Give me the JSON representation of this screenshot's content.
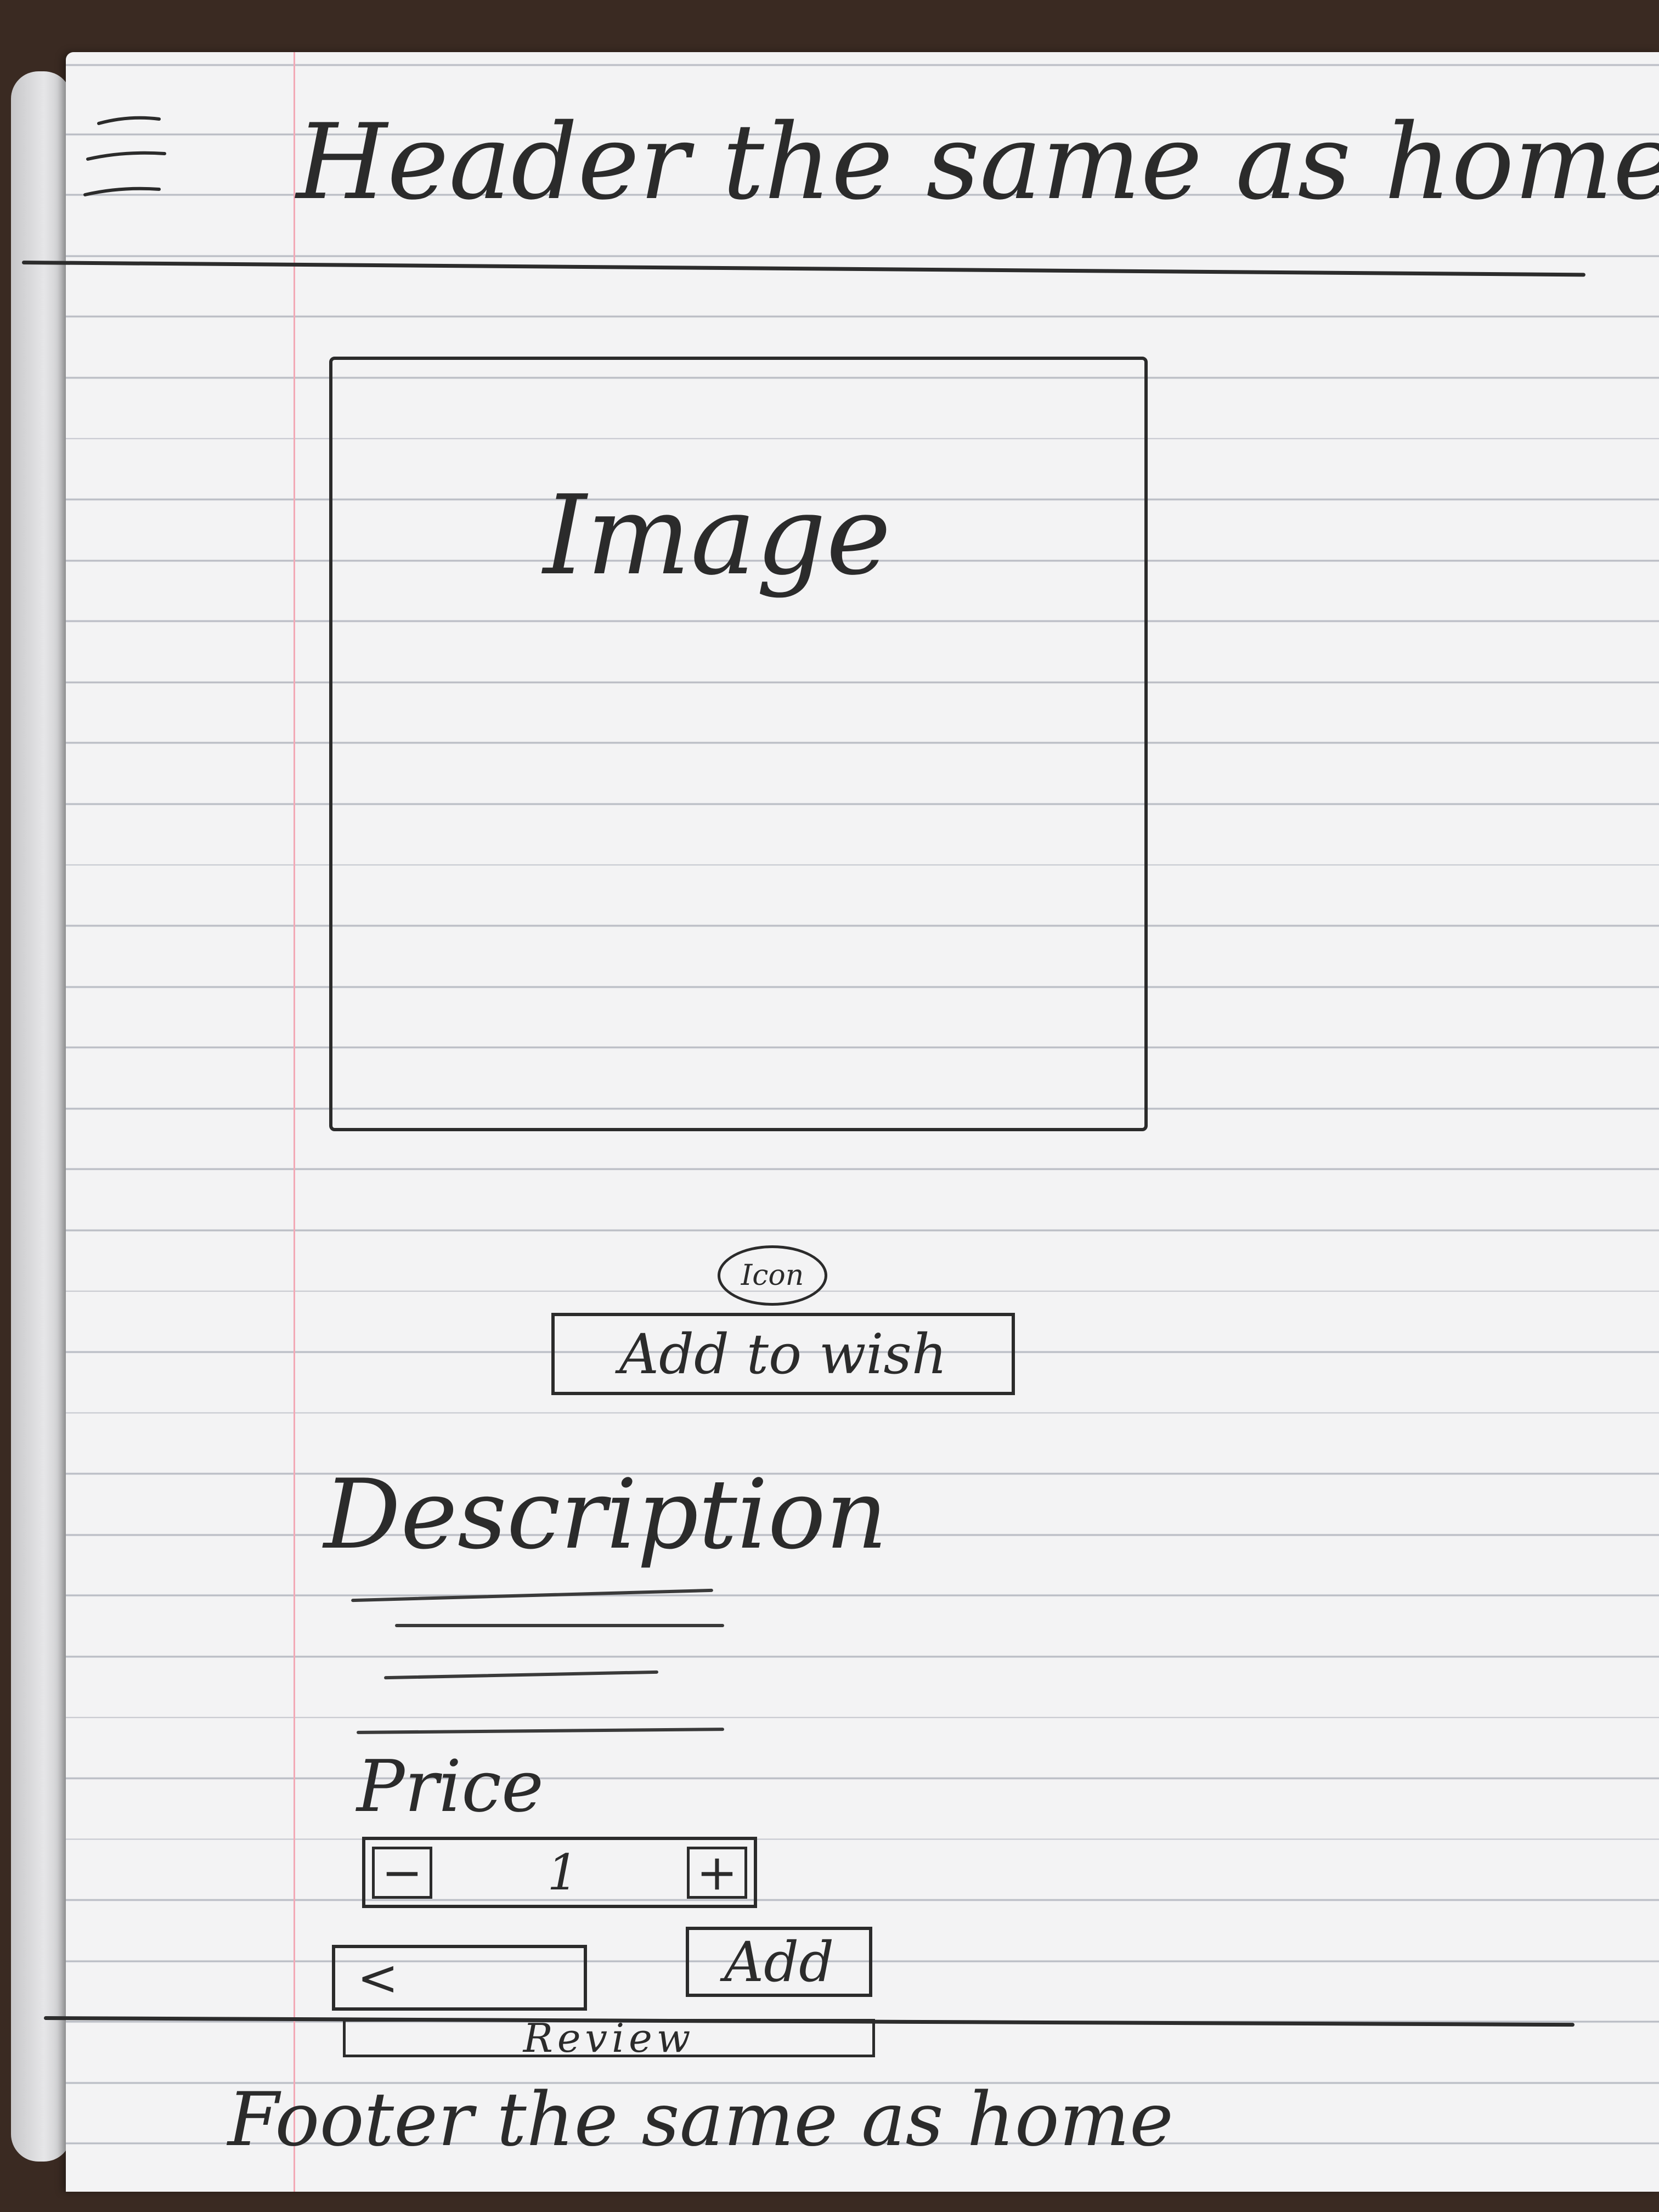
{
  "header": {
    "menu_icon": "hamburger-menu-icon",
    "text": "Header the same as home"
  },
  "product": {
    "image_label": "Image",
    "icon_label": "Icon",
    "wish_button": "Add to wish"
  },
  "description": {
    "title": "Description"
  },
  "price": {
    "label": "Price"
  },
  "quantity": {
    "minus": "−",
    "value": "1",
    "plus": "+"
  },
  "review_row": {
    "back_symbol": "<",
    "add_label": "Add",
    "review_label": "Review"
  },
  "footer": {
    "text": "Footer the same as home"
  },
  "colors": {
    "ink": "#2b2b2b",
    "paper": "#f3f3f4",
    "ruled_line": "#b9bcc4",
    "margin_line": "#f2a9b6",
    "desk": "#3a2a22"
  }
}
